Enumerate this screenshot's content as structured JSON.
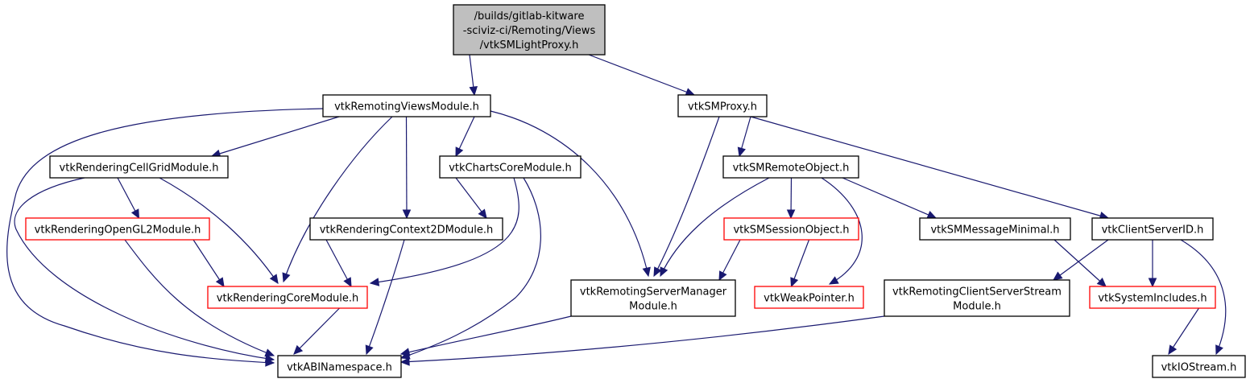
{
  "graph": {
    "title": "Include dependency graph for vtkSMLightProxy.h",
    "colors": {
      "edge": "#191970",
      "root_fill": "#bfbfbf",
      "node_border": "#000000",
      "truncated_border": "#ff0000"
    },
    "nodes": [
      {
        "id": "root",
        "lines": [
          "/builds/gitlab-kitware",
          "-sciviz-ci/Remoting/Views",
          "/vtkSMLightProxy.h"
        ],
        "root": true,
        "truncated": false
      },
      {
        "id": "remviews",
        "lines": [
          "vtkRemotingViewsModule.h"
        ],
        "truncated": false
      },
      {
        "id": "smproxy",
        "lines": [
          "vtkSMProxy.h"
        ],
        "truncated": false
      },
      {
        "id": "cellgrid",
        "lines": [
          "vtkRenderingCellGridModule.h"
        ],
        "truncated": false
      },
      {
        "id": "chartscore",
        "lines": [
          "vtkChartsCoreModule.h"
        ],
        "truncated": false
      },
      {
        "id": "remoteobj",
        "lines": [
          "vtkSMRemoteObject.h"
        ],
        "truncated": false
      },
      {
        "id": "opengl2",
        "lines": [
          "vtkRenderingOpenGL2Module.h"
        ],
        "truncated": true
      },
      {
        "id": "context2d",
        "lines": [
          "vtkRenderingContext2DModule.h"
        ],
        "truncated": false
      },
      {
        "id": "session",
        "lines": [
          "vtkSMSessionObject.h"
        ],
        "truncated": true
      },
      {
        "id": "msgmin",
        "lines": [
          "vtkSMMessageMinimal.h"
        ],
        "truncated": false
      },
      {
        "id": "csid",
        "lines": [
          "vtkClientServerID.h"
        ],
        "truncated": false
      },
      {
        "id": "rendcore",
        "lines": [
          "vtkRenderingCoreModule.h"
        ],
        "truncated": true
      },
      {
        "id": "remsm",
        "lines": [
          "vtkRemotingServerManager",
          "Module.h"
        ],
        "truncated": false
      },
      {
        "id": "weakptr",
        "lines": [
          "vtkWeakPointer.h"
        ],
        "truncated": true
      },
      {
        "id": "remcss",
        "lines": [
          "vtkRemotingClientServerStream",
          "Module.h"
        ],
        "truncated": false
      },
      {
        "id": "sysinc",
        "lines": [
          "vtkSystemIncludes.h"
        ],
        "truncated": true
      },
      {
        "id": "abi",
        "lines": [
          "vtkABINamespace.h"
        ],
        "truncated": false
      },
      {
        "id": "iostream",
        "lines": [
          "vtkIOStream.h"
        ],
        "truncated": false
      }
    ],
    "edges": [
      [
        "root",
        "remviews"
      ],
      [
        "root",
        "smproxy"
      ],
      [
        "remviews",
        "abi"
      ],
      [
        "remviews",
        "cellgrid"
      ],
      [
        "remviews",
        "rendcore"
      ],
      [
        "remviews",
        "context2d"
      ],
      [
        "remviews",
        "chartscore"
      ],
      [
        "remviews",
        "remsm"
      ],
      [
        "cellgrid",
        "abi"
      ],
      [
        "cellgrid",
        "opengl2"
      ],
      [
        "cellgrid",
        "rendcore"
      ],
      [
        "opengl2",
        "rendcore"
      ],
      [
        "opengl2",
        "abi"
      ],
      [
        "chartscore",
        "context2d"
      ],
      [
        "chartscore",
        "rendcore"
      ],
      [
        "chartscore",
        "abi"
      ],
      [
        "context2d",
        "rendcore"
      ],
      [
        "context2d",
        "abi"
      ],
      [
        "rendcore",
        "abi"
      ],
      [
        "remsm",
        "abi"
      ],
      [
        "smproxy",
        "remsm"
      ],
      [
        "smproxy",
        "remoteobj"
      ],
      [
        "smproxy",
        "csid"
      ],
      [
        "remoteobj",
        "remsm"
      ],
      [
        "remoteobj",
        "session"
      ],
      [
        "remoteobj",
        "weakptr"
      ],
      [
        "remoteobj",
        "msgmin"
      ],
      [
        "session",
        "remsm"
      ],
      [
        "session",
        "weakptr"
      ],
      [
        "msgmin",
        "sysinc"
      ],
      [
        "csid",
        "remcss"
      ],
      [
        "csid",
        "sysinc"
      ],
      [
        "csid",
        "iostream"
      ],
      [
        "remcss",
        "abi"
      ],
      [
        "sysinc",
        "iostream"
      ]
    ]
  }
}
